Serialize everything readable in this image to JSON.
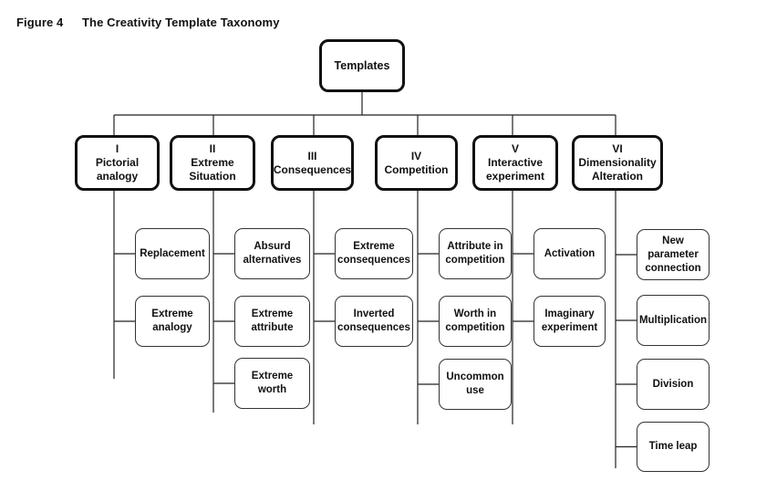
{
  "figure": {
    "label": "Figure 4",
    "title": "The Creativity Template Taxonomy"
  },
  "root": {
    "label": "Templates"
  },
  "categories": [
    {
      "label": "I\nPictorial\nanalogy",
      "children": [
        "Replacement",
        "Extreme\nanalogy"
      ]
    },
    {
      "label": "II\nExtreme\nSituation",
      "children": [
        "Absurd\nalternatives",
        "Extreme\nattribute",
        "Extreme\nworth"
      ]
    },
    {
      "label": "III\nConsequences",
      "children": [
        "Extreme\nconsequences",
        "Inverted\nconsequences"
      ]
    },
    {
      "label": "IV\nCompetition",
      "children": [
        "Attribute in\ncompetition",
        "Worth in\ncompetition",
        "Uncommon\nuse"
      ]
    },
    {
      "label": "V\nInteractive\nexperiment",
      "children": [
        "Activation",
        "Imaginary\nexperiment"
      ]
    },
    {
      "label": "VI\nDimensionality\nAlteration",
      "children": [
        "New\nparameter\nconnection",
        "Multiplication",
        "Division",
        "Time leap"
      ]
    }
  ]
}
